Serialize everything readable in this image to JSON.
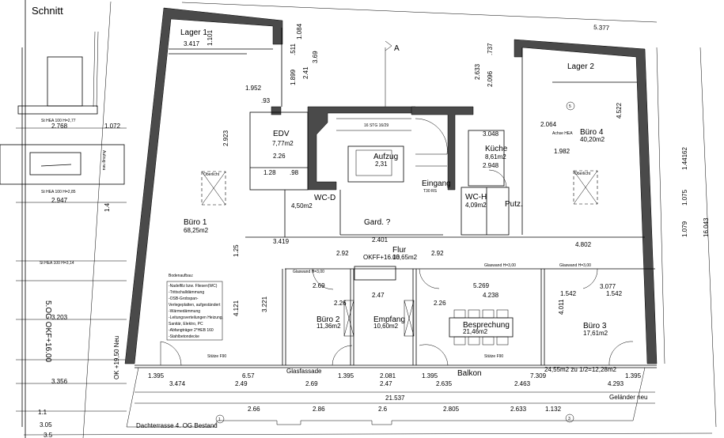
{
  "section_title": "Schnitt",
  "section_marker": "A",
  "rooms": [
    {
      "name": "Lager 1"
    },
    {
      "name": "EDV",
      "area": "7,77m2"
    },
    {
      "name": "Büro 1",
      "area": "68,25m2"
    },
    {
      "name": "Aufzug",
      "area": "2,31"
    },
    {
      "name": "Gard. ?"
    },
    {
      "name": "Eingang",
      "area": "T30 RS"
    },
    {
      "name": "Küche",
      "area": "8,61m2"
    },
    {
      "name": "WC-H",
      "area": "4,09m2"
    },
    {
      "name": "Putz."
    },
    {
      "name": "Lager 2"
    },
    {
      "name": "Büro 4",
      "area": "40,20m2"
    },
    {
      "name": "Flur",
      "area": "13,65m2"
    },
    {
      "name": "Büro 2",
      "area": "11,36m2"
    },
    {
      "name": "Empfang",
      "area": "10,60m2"
    },
    {
      "name": "Besprechung",
      "area": "21,46m2"
    },
    {
      "name": "Büro 3",
      "area": "17,61m2"
    },
    {
      "name": "WC-D",
      "area": "4,50m2"
    }
  ],
  "labels": {
    "floor_level": "OKFF+16.00",
    "glass_facade": "Glasfassade",
    "balcony": "Balkon",
    "roof_terrace": "Dachterrasse 4. OG Bestand",
    "railing": "Geländer neu",
    "balcony_area": "24,55m2 zu 1/2=12,28m2",
    "stairs": "16 STG 16/29",
    "axis_hea": "Achse HEA",
    "skylight": "Oberlicht",
    "elevator_new": "Aufzug neu",
    "level_5og": "5.OG OKF+16.00",
    "ok_new": "OK +19,50 Neu",
    "beam_1": "St HEA 100 H=2,77",
    "beam_2": "St HEA 100 H=2,85",
    "beam_3": "St HEA 100 H=3,14",
    "glass_wall": "Glaswand H=3,00",
    "column": "Stütze F90",
    "axis_1": "1",
    "axis_3": "3",
    "axis_5": "5"
  },
  "floor_buildup": {
    "title": "Bodenaufbau:",
    "items": [
      "-Nadelfilz bzw. Fliesen(WC)",
      "-Trittschalldämmung",
      "-OSB-Grobspan-",
      "Verlegeplatten, aufgeständert",
      "-Wärmedämmung",
      "-Leitungsverteilungen Heizung,",
      "Sanitär, Elektro, PC",
      "-Abfangträger 2*HEB 160",
      "-Stahlbetondecke"
    ]
  },
  "dimensions": [
    "5.377",
    "3.417",
    "1.101",
    "1.952",
    "2.923",
    ".93",
    "1.084",
    "3.69",
    "2.41",
    "1.899",
    ".511",
    "2.633",
    "2.096",
    ".737",
    "4.522",
    "3.048",
    "2.948",
    "2.064",
    "1.982",
    "1.28",
    ".98",
    "2.26",
    "3.419",
    "2.401",
    "2.92",
    "2.92",
    "4.802",
    "5.269",
    "4.238",
    "3.077",
    "1.542",
    "1.542",
    "2.69",
    "2.47",
    "2.26",
    "2.26",
    "4.121",
    "3.221",
    "4.011",
    "1.25",
    "1.395",
    "6.57",
    "1.395",
    "2.081",
    "1.395",
    "7.309",
    "1.395",
    "3.474",
    "2.49",
    "2.69",
    "2.47",
    "2.635",
    "2.463",
    "4.293",
    "21.537",
    "2.66",
    "2.86",
    "2.6",
    "2.805",
    "2.633",
    "1.132",
    "2.768",
    "1.072",
    "2.947",
    "3.203",
    "3.356",
    "1.1",
    "3.05",
    "3.5",
    "1.4",
    "1.44162",
    "1.075",
    "1.079",
    "16.043"
  ]
}
